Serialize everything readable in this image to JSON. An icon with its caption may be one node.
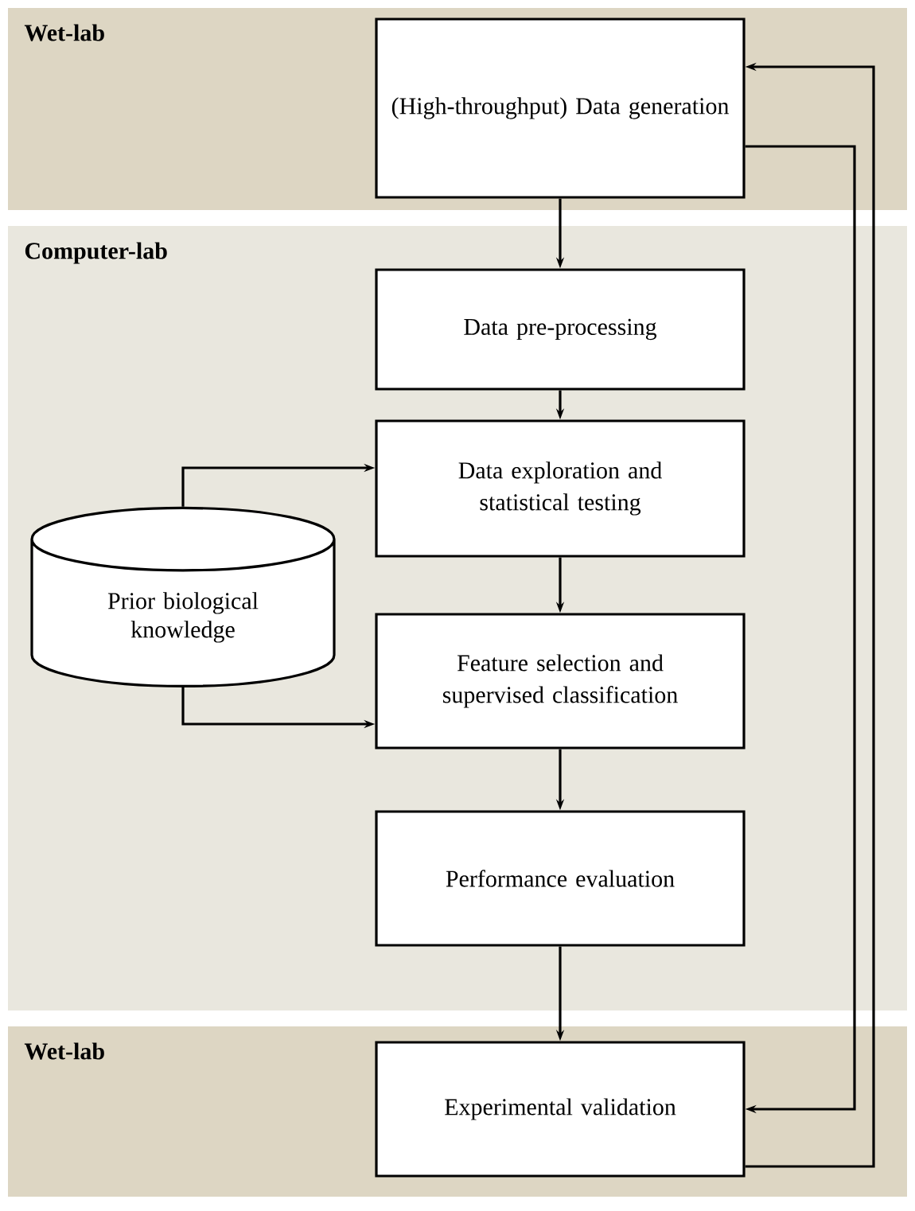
{
  "diagram": {
    "nodes": [
      {
        "text": [
          "Wet-lab"
        ]
      },
      {
        "text": [
          "(High-throughput) Data generation"
        ],
        "in": 0
      },
      {
        "text": [
          "Computer-lab"
        ]
      },
      {
        "text": [
          "Data pre-processing"
        ],
        "in": 2
      },
      {
        "text": [
          "Data exploration and statistical testing"
        ],
        "in": 2
      },
      {
        "text": [
          "Prior biological knowledge"
        ],
        "in": 2
      },
      {
        "text": [
          "Feature selection and supervised classification"
        ],
        "in": 2
      },
      {
        "text": [
          "Performance evaluation"
        ],
        "in": 2
      },
      {
        "text": [
          "Wet-lab"
        ]
      },
      {
        "text": [
          "Experimental validation"
        ],
        "in": 8
      }
    ],
    "edges": [
      {
        "from": 1,
        "to": 3,
        "arrow": "to"
      },
      {
        "from": 3,
        "to": 4,
        "arrow": "to"
      },
      {
        "from": 4,
        "to": 6,
        "arrow": "to"
      },
      {
        "from": 6,
        "to": 7,
        "arrow": "to"
      },
      {
        "from": 7,
        "to": 9,
        "arrow": "to"
      },
      {
        "from": 5,
        "to": 4,
        "arrow": "to"
      },
      {
        "from": 5,
        "to": 6,
        "arrow": "to"
      },
      {
        "from": 1,
        "to": 9,
        "arrow": "to"
      },
      {
        "from": 9,
        "to": 1,
        "arrow": "to"
      }
    ]
  }
}
